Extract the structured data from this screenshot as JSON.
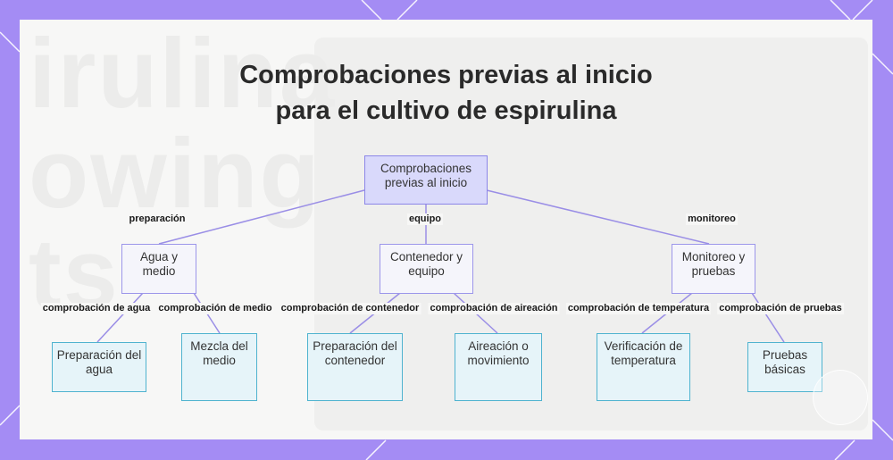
{
  "title": {
    "line1": "Comprobaciones previas al inicio",
    "line2": "para el cultivo de espirulina"
  },
  "background": {
    "ghost_text": [
      "irulina",
      "owing",
      "ts"
    ]
  },
  "nodes": {
    "root": "Comprobaciones previas al inicio",
    "agua_medio": "Agua y medio",
    "contenedor_equipo": "Contenedor y equipo",
    "monitoreo_pruebas": "Monitoreo y pruebas",
    "preparacion_agua": "Preparación del agua",
    "mezcla_medio": "Mezcla del medio",
    "preparacion_contenedor": "Preparación del contenedor",
    "aireacion_movimiento": "Aireación o movimiento",
    "verificacion_temperatura": "Verificación de temperatura",
    "pruebas_basicas": "Pruebas básicas"
  },
  "edge_labels": {
    "preparacion": "preparación",
    "equipo": "equipo",
    "monitoreo": "monitoreo",
    "comprobacion_agua": "comprobación de agua",
    "comprobacion_medio": "comprobación de medio",
    "comprobacion_contenedor": "comprobación de contenedor",
    "comprobacion_aireacion": "comprobación de aireación",
    "comprobacion_temperatura": "comprobación de temperatura",
    "comprobacion_pruebas": "comprobación de pruebas"
  },
  "colors": {
    "frame": "#a48cf4",
    "edge": "#9a8ee6",
    "root_fill": "#d9d9fb",
    "leaf_border": "#4fb3cf"
  }
}
